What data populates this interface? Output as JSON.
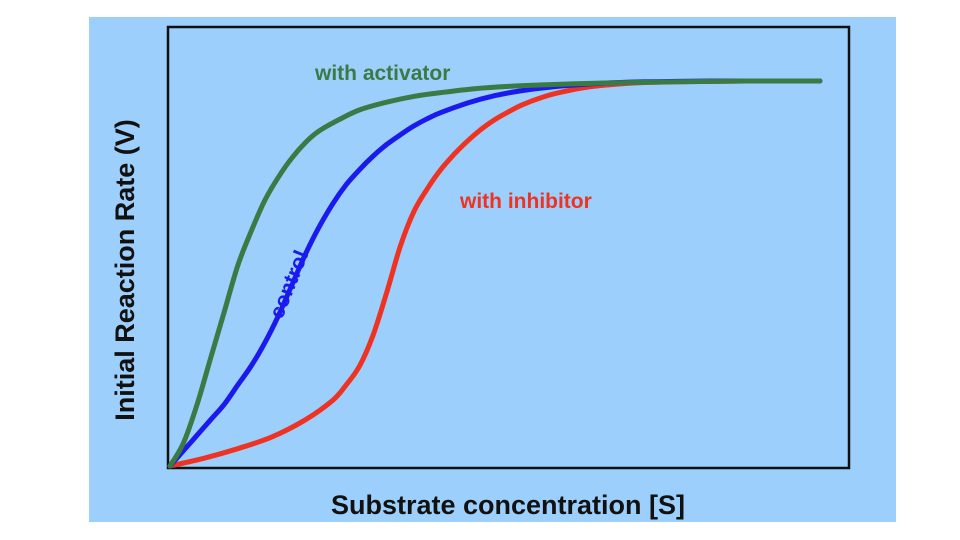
{
  "chart_data": {
    "type": "line",
    "xlabel": "Substrate concentration [S]",
    "ylabel": "Initial Reaction Rate (V)",
    "xlim": [
      0,
      100
    ],
    "ylim": [
      0,
      100
    ],
    "grid": false,
    "legend": "none",
    "series": [
      {
        "name": "with activator",
        "color": "#3a7a45",
        "x": [
          0,
          2,
          4,
          6,
          8,
          10,
          12,
          14,
          16,
          18,
          20,
          22,
          25,
          28,
          32,
          36,
          40,
          45,
          50,
          55,
          60,
          65,
          70,
          75,
          80,
          85,
          88,
          92,
          96
        ],
        "y": [
          0,
          6,
          16,
          28,
          40,
          52,
          61,
          69,
          75,
          80,
          84,
          87,
          90,
          92.5,
          94.5,
          96,
          97,
          98,
          98.6,
          99,
          99.3,
          99.5,
          99.7,
          99.8,
          99.9,
          100,
          100,
          100,
          100
        ]
      },
      {
        "name": "control",
        "color": "#1a1aee",
        "x": [
          0,
          2,
          4,
          6,
          8,
          10,
          12,
          14,
          16,
          18,
          20,
          22,
          24,
          26,
          28,
          30,
          32,
          34,
          36,
          38,
          40,
          44,
          48,
          52,
          56,
          60,
          65,
          70,
          75,
          80,
          85,
          88,
          92,
          96
        ],
        "y": [
          0,
          4,
          8,
          12,
          16,
          21,
          26,
          32,
          39,
          47,
          55,
          62,
          68,
          73,
          77,
          80.5,
          83.5,
          86,
          88.3,
          90.2,
          91.8,
          94.3,
          96.2,
          97.5,
          98.4,
          99,
          99.5,
          99.8,
          99.9,
          100,
          100,
          100,
          100,
          100
        ]
      },
      {
        "name": "with inhibitor",
        "color": "#ee3322",
        "x": [
          0,
          5,
          10,
          15,
          20,
          24,
          26,
          28,
          30,
          32,
          34,
          36,
          38,
          40,
          42,
          44,
          46,
          48,
          50,
          52,
          55,
          58,
          62,
          66,
          70,
          75,
          80,
          85,
          88,
          92,
          96
        ],
        "y": [
          0,
          2,
          4.5,
          7.5,
          12,
          17,
          21,
          26,
          34,
          45,
          57,
          66,
          72,
          77,
          81,
          84.5,
          87.5,
          90,
          92,
          93.8,
          95.8,
          97.2,
          98.5,
          99.2,
          99.6,
          99.8,
          99.9,
          100,
          100,
          100,
          100
        ]
      }
    ],
    "labels": [
      {
        "series": "with activator",
        "text": "with activator"
      },
      {
        "series": "control",
        "text": "control"
      },
      {
        "series": "with inhibitor",
        "text": "with inhibitor"
      }
    ],
    "colors": {
      "panel": "#9ccffb",
      "plot_border": "#111111",
      "text": "#111111"
    }
  }
}
